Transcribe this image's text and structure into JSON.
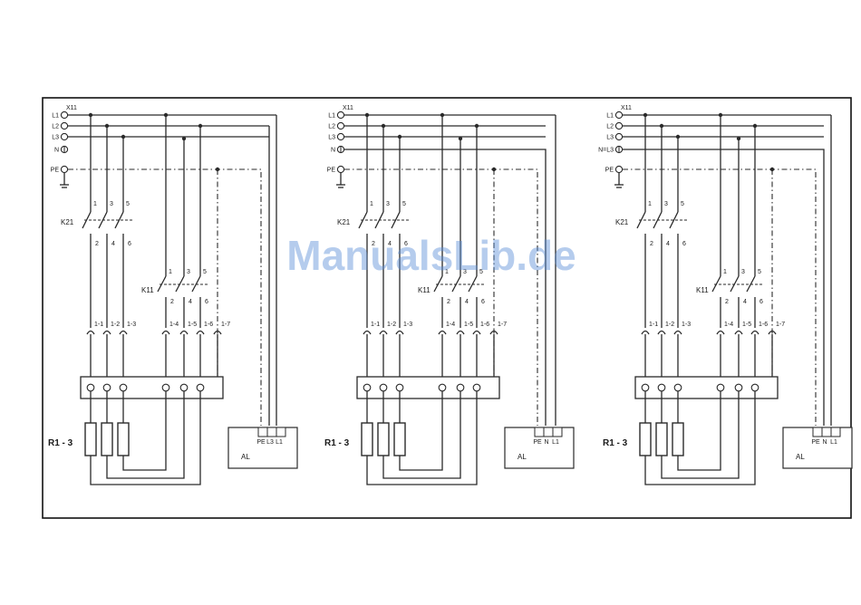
{
  "watermark": "ManualsLib.de",
  "panels": [
    {
      "terminal_strip": "X11",
      "supply_terminals": [
        "L1",
        "L2",
        "L3",
        "N",
        "PE"
      ],
      "contactor_main": "K21",
      "contactor_secondary": "K11",
      "contact_numbers_in": [
        "1",
        "3",
        "5"
      ],
      "contact_numbers_out": [
        "2",
        "4",
        "6"
      ],
      "fuse_labels": [
        "1-1",
        "1-2",
        "1-3",
        "1-4",
        "1-5",
        "1-6",
        "1-7"
      ],
      "heater_label": "R1 - 3",
      "al_terminals": [
        "PE",
        "L3",
        "L1"
      ],
      "al_label": "AL"
    },
    {
      "terminal_strip": "X11",
      "supply_terminals": [
        "L1",
        "L2",
        "L3",
        "N",
        "PE"
      ],
      "contactor_main": "K21",
      "contactor_secondary": "K11",
      "contact_numbers_in": [
        "1",
        "3",
        "5"
      ],
      "contact_numbers_out": [
        "2",
        "4",
        "6"
      ],
      "fuse_labels": [
        "1-1",
        "1-2",
        "1-3",
        "1-4",
        "1-5",
        "1-6",
        "1-7"
      ],
      "heater_label": "R1 - 3",
      "al_terminals": [
        "PE",
        "N",
        "L1"
      ],
      "al_label": "AL"
    },
    {
      "terminal_strip": "X11",
      "supply_terminals": [
        "L1",
        "L2",
        "L3",
        "N=L3",
        "PE"
      ],
      "contactor_main": "K21",
      "contactor_secondary": "K11",
      "contact_numbers_in": [
        "1",
        "3",
        "5"
      ],
      "contact_numbers_out": [
        "2",
        "4",
        "6"
      ],
      "fuse_labels": [
        "1-1",
        "1-2",
        "1-3",
        "1-4",
        "1-5",
        "1-6",
        "1-7"
      ],
      "heater_label": "R1 - 3",
      "al_terminals": [
        "PE",
        "N",
        "L1"
      ],
      "al_label": "AL"
    }
  ]
}
